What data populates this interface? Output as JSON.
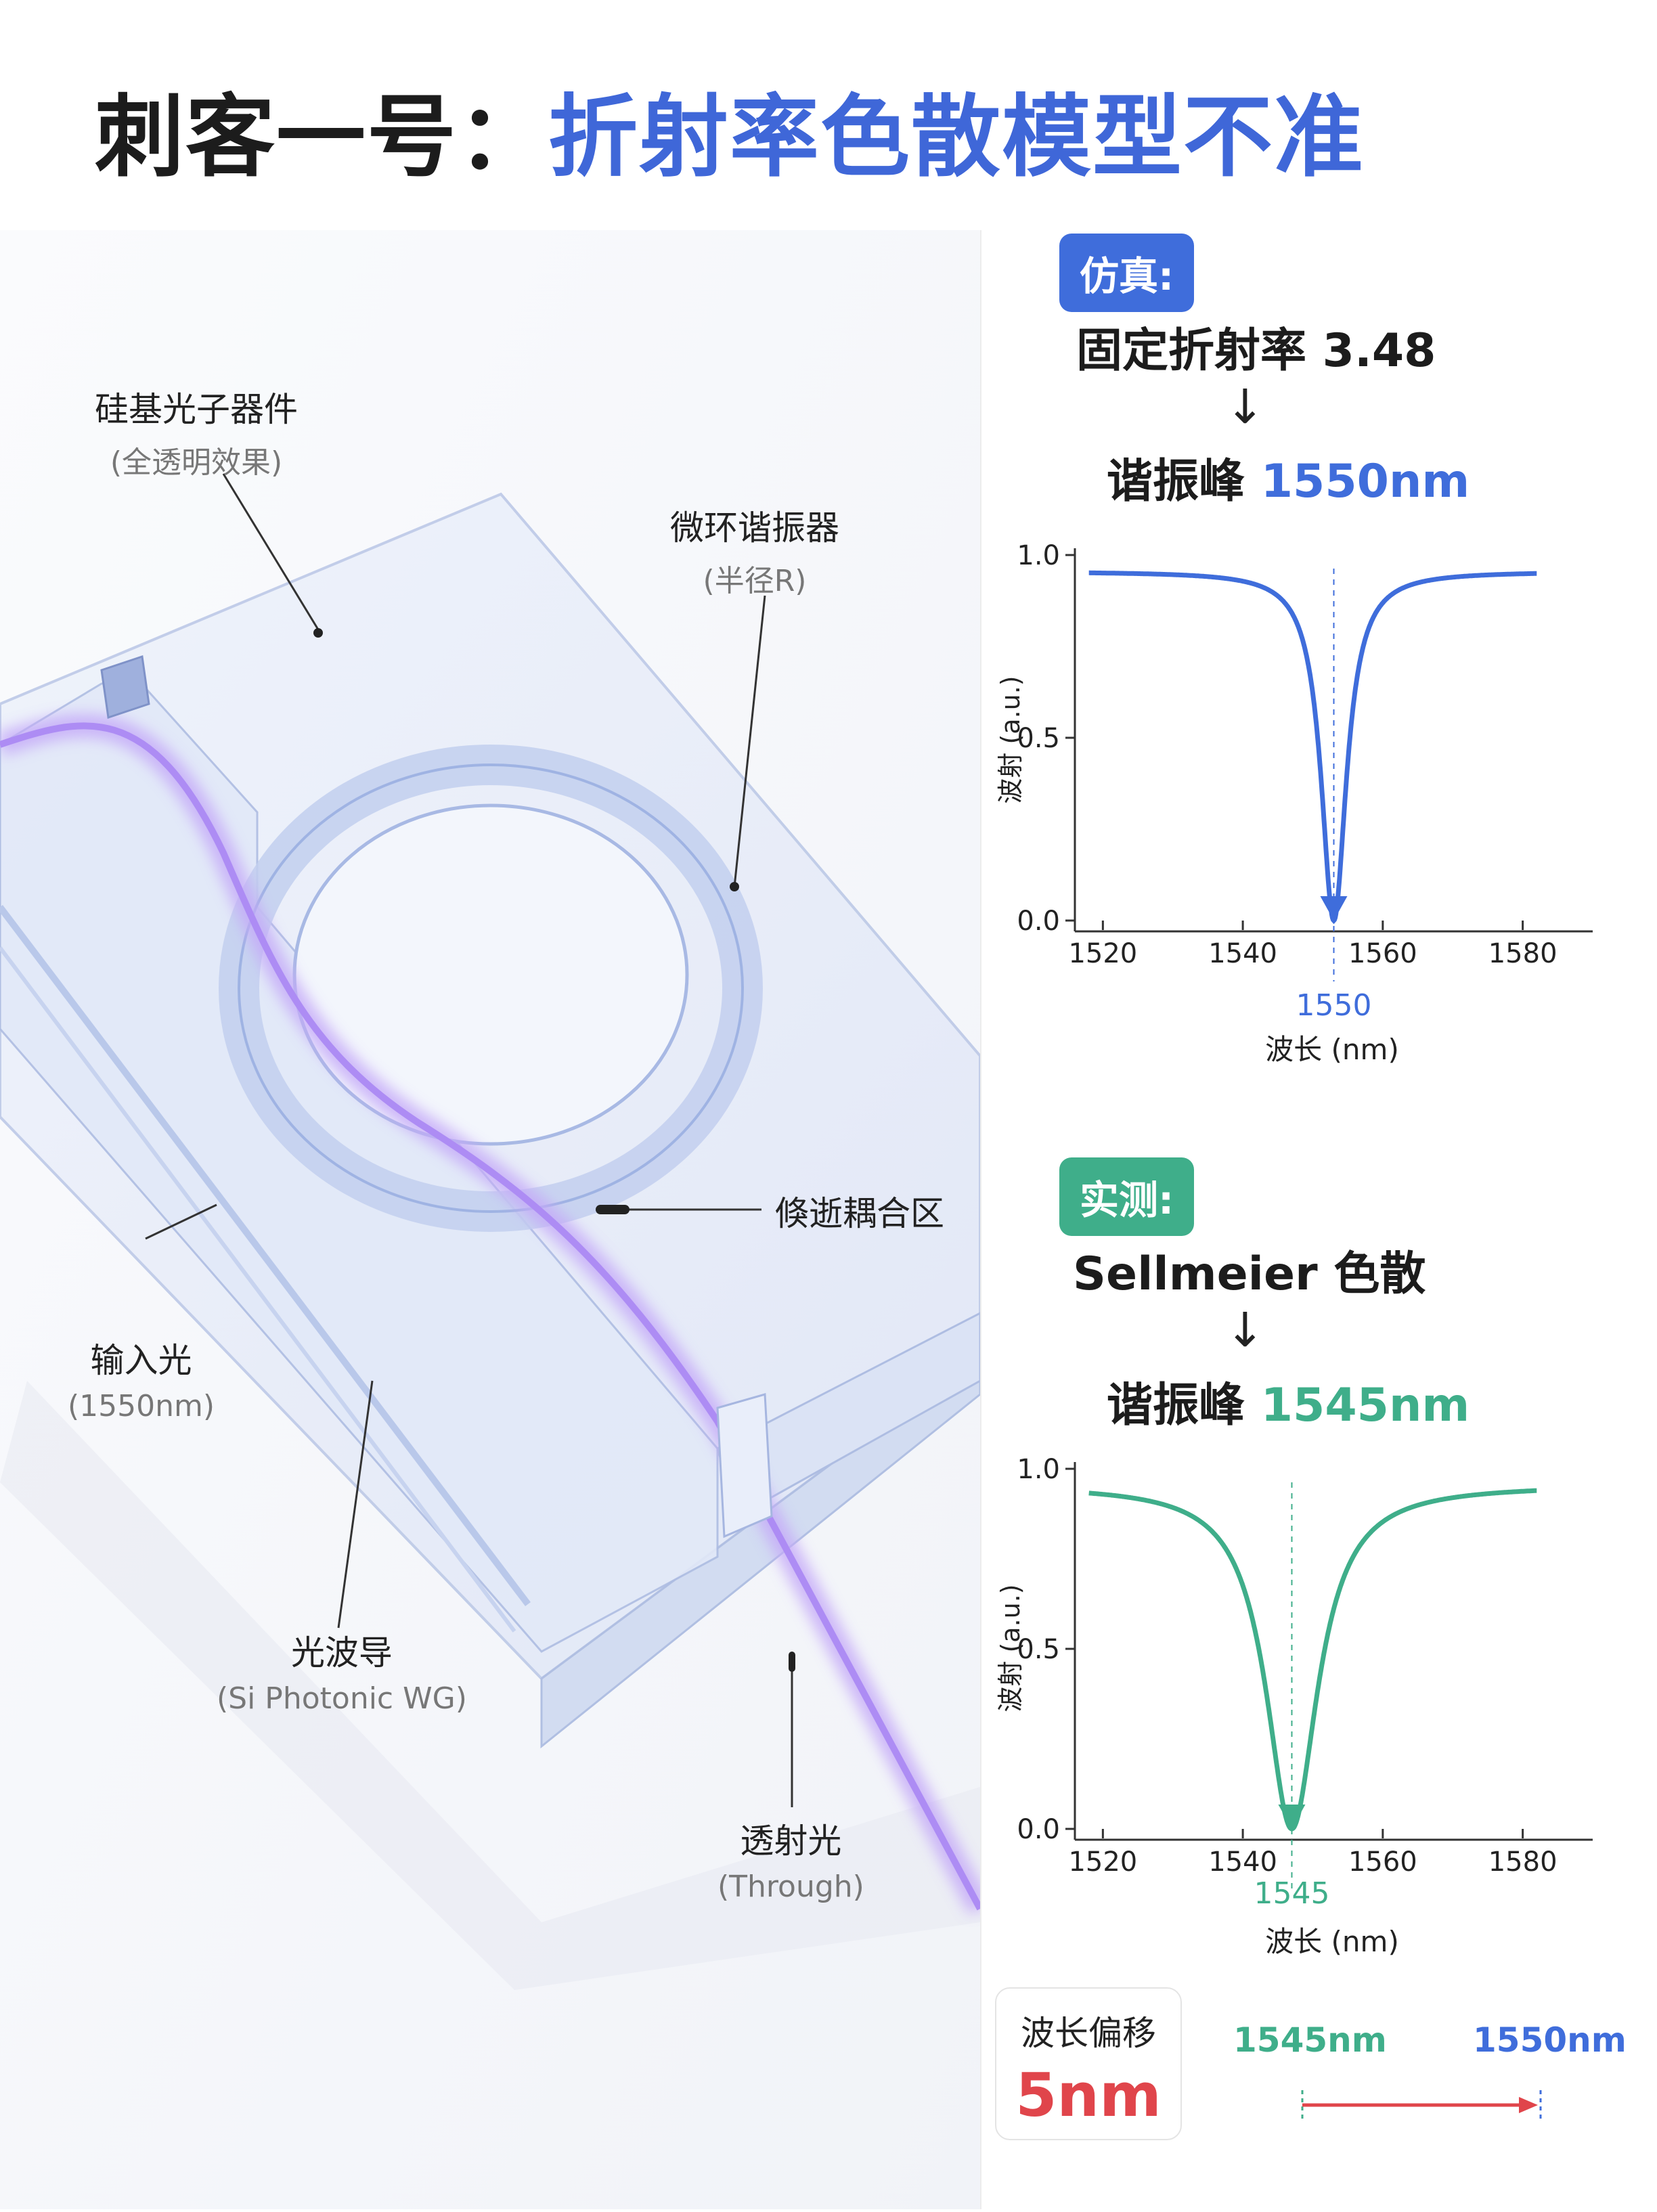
{
  "title": {
    "prefix": "刺客一号：",
    "highlight": "折射率色散模型不准"
  },
  "diagram": {
    "callouts": {
      "device": {
        "main": "硅基光子器件",
        "sub": "(全透明效果)"
      },
      "ring": {
        "main": "微环谐振器",
        "sub": "(半径R)"
      },
      "coupling": {
        "main": "倏逝耦合区"
      },
      "input": {
        "main": "输入光",
        "sub": "(1550nm)"
      },
      "waveguide": {
        "main": "光波导",
        "sub": "(Si Photonic WG)"
      },
      "through": {
        "main": "透射光",
        "sub": "(Through)"
      }
    }
  },
  "simulation": {
    "badge": "仿真:",
    "line1": "固定折射率 3.48",
    "arrow": "↓",
    "peak_label": "谐振峰 ",
    "peak_value": "1550nm"
  },
  "measurement": {
    "badge": "实测:",
    "line1": "Sellmeier 色散",
    "arrow": "↓",
    "peak_label": "谐振峰 ",
    "peak_value": "1545nm"
  },
  "colors": {
    "sim": "#3f6ddb",
    "meas": "#3fae8a",
    "shift": "#e0454b",
    "title_accent": "#3f67d8"
  },
  "chart_data": [
    {
      "type": "line",
      "series": [
        {
          "name": "",
          "resonance_center": 1553,
          "min": 0.0,
          "baseline": 0.955,
          "lorentz_halfwidth": 2.2
        }
      ],
      "x_ticks": [
        "1520",
        "1540",
        "1560",
        "1580"
      ],
      "y_ticks": [
        "0.0",
        "0.5",
        "1.0"
      ],
      "xlim": [
        1516,
        1590
      ],
      "ylim": [
        0.0,
        1.0
      ],
      "xlabel": "波长 (nm)",
      "ylabel": "波射 (a.u.)",
      "peak_marker": "1550",
      "color": "#3f6ddb"
    },
    {
      "type": "line",
      "series": [
        {
          "name": "",
          "resonance_center": 1547,
          "min": 0.0,
          "baseline": 0.955,
          "lorentz_halfwidth": 4.5
        }
      ],
      "x_ticks": [
        "1520",
        "1540",
        "1560",
        "1580"
      ],
      "y_ticks": [
        "0.0",
        "0.5",
        "1.0"
      ],
      "xlim": [
        1516,
        1590
      ],
      "ylim": [
        0.0,
        1.0
      ],
      "xlabel": "波长 (nm)",
      "ylabel": "波射 (a.u.)",
      "peak_marker": "1545",
      "color": "#3fae8a"
    }
  ],
  "shift": {
    "label": "波长偏移",
    "value": "5nm",
    "from": "1545nm",
    "to": "1550nm"
  }
}
